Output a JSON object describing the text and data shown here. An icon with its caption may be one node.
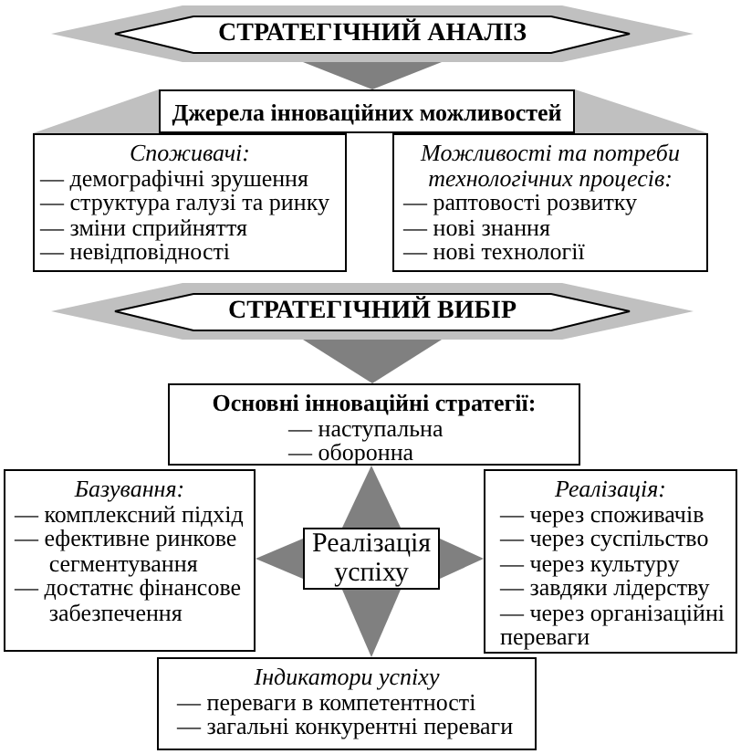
{
  "diagram": {
    "nodes": [
      {
        "text": [
          "СТРАТЕГІЧНИЙ АНАЛІЗ"
        ]
      },
      {
        "text": [
          "Джерела інноваційних можливостей"
        ]
      },
      {
        "text": [
          "Споживачі:",
          "— демографічні зрушення",
          "— структура галузі та ринку",
          "— зміни сприйняття",
          "— невідповідності"
        ]
      },
      {
        "text": [
          "Можливості та потреби технологічних процесів:",
          "— раптовості розвитку",
          "— нові знання",
          "— нові технології"
        ]
      },
      {
        "text": [
          "СТРАТЕГІЧНИЙ ВИБІР"
        ]
      },
      {
        "text": [
          "Основні інноваційні стратегії:",
          "— наступальна",
          "— оборонна"
        ]
      },
      {
        "text": [
          "Базування:",
          "— комплексний підхід",
          "— ефективне ринкове сегментування",
          "— достатнє фінансове забезпечення"
        ]
      },
      {
        "text": [
          "Реалізація успіху"
        ]
      },
      {
        "text": [
          "Реалізація:",
          "— через споживачів",
          "— через суспільство",
          "— через культуру",
          "— завдяки лідерству",
          "— через організаційні переваги"
        ]
      },
      {
        "text": [
          "Індикатори успіху",
          "— переваги в компетентності",
          "— загальні конкурентні переваги"
        ]
      }
    ],
    "edges": [
      {
        "from": 0,
        "to": 1,
        "arrow": "to"
      },
      {
        "from": 1,
        "to": 2,
        "arrow": "none",
        "color": "#c0c0c0"
      },
      {
        "from": 1,
        "to": 3,
        "arrow": "none",
        "color": "#c0c0c0"
      },
      {
        "from": 4,
        "to": 5,
        "arrow": "to"
      },
      {
        "from": 7,
        "to": 5,
        "arrow": "to"
      },
      {
        "from": 7,
        "to": 6,
        "arrow": "to"
      },
      {
        "from": 7,
        "to": 8,
        "arrow": "to"
      },
      {
        "from": 7,
        "to": 9,
        "arrow": "to"
      }
    ]
  }
}
